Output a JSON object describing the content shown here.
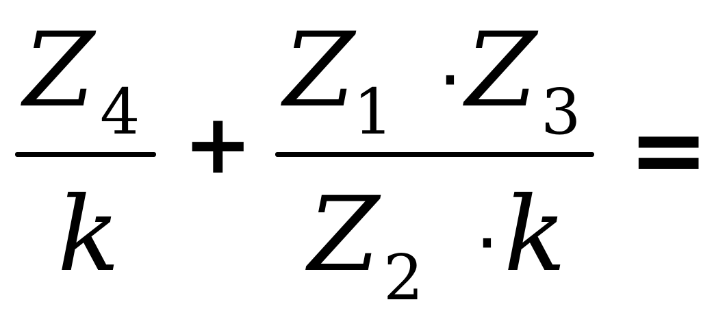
{
  "formula": {
    "term1": {
      "numerator": {
        "symbol": "Z",
        "subscript": "4"
      },
      "denominator": {
        "symbol": "k"
      }
    },
    "plus": "+",
    "term2": {
      "numerator": {
        "factor1": {
          "symbol": "Z",
          "subscript": "1"
        },
        "dot": "·",
        "factor2": {
          "symbol": "Z",
          "subscript": "3"
        }
      },
      "denominator": {
        "factor1": {
          "symbol": "Z",
          "subscript": "2"
        },
        "dot": "·",
        "factor2": {
          "symbol": "k"
        }
      }
    },
    "equals": "="
  }
}
